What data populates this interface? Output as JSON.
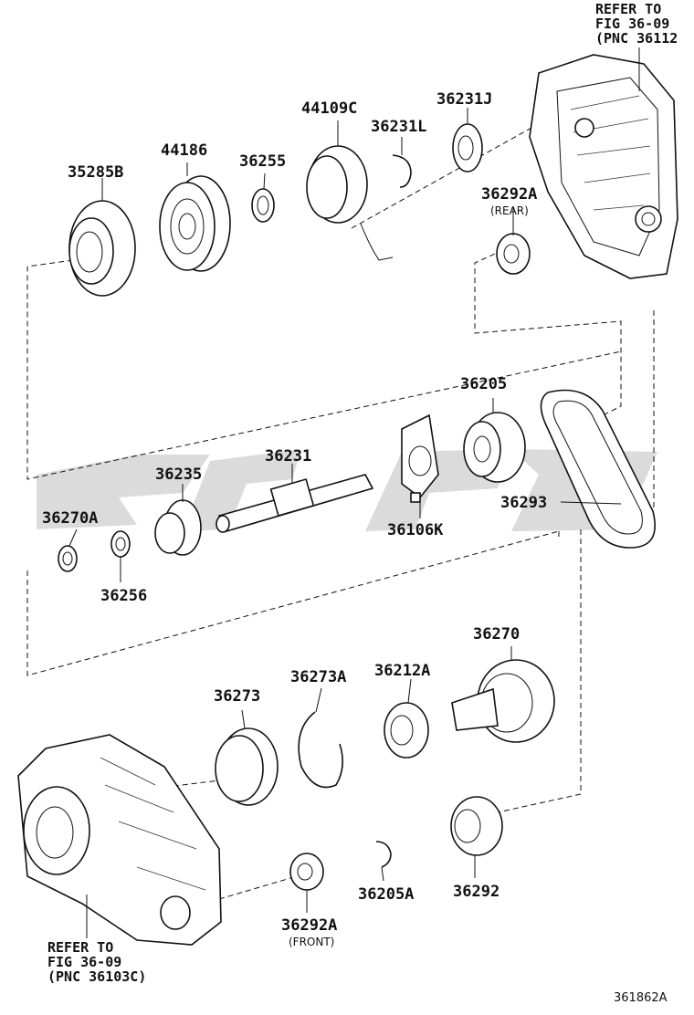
{
  "refs": {
    "top": [
      "REFER TO",
      "FIG 36-09",
      "(PNC 36112"
    ],
    "bottom": [
      "REFER TO",
      "FIG 36-09",
      "(PNC 36103C)"
    ]
  },
  "labels": {
    "p35285B": "35285B",
    "p44186": "44186",
    "p36255": "36255",
    "p44109C": "44109C",
    "p36231L": "36231L",
    "p36231J": "36231J",
    "p36292A_rear": "36292A",
    "rear": "(REAR)",
    "p36205": "36205",
    "p36235": "36235",
    "p36231": "36231",
    "p36270A": "36270A",
    "p36106K": "36106K",
    "p36293": "36293",
    "p36256": "36256",
    "p36270": "36270",
    "p36273": "36273",
    "p36273A": "36273A",
    "p36212A": "36212A",
    "p36292A_front": "36292A",
    "front": "(FRONT)",
    "p36205A": "36205A",
    "p36292": "36292"
  },
  "figure_id": "361862A"
}
